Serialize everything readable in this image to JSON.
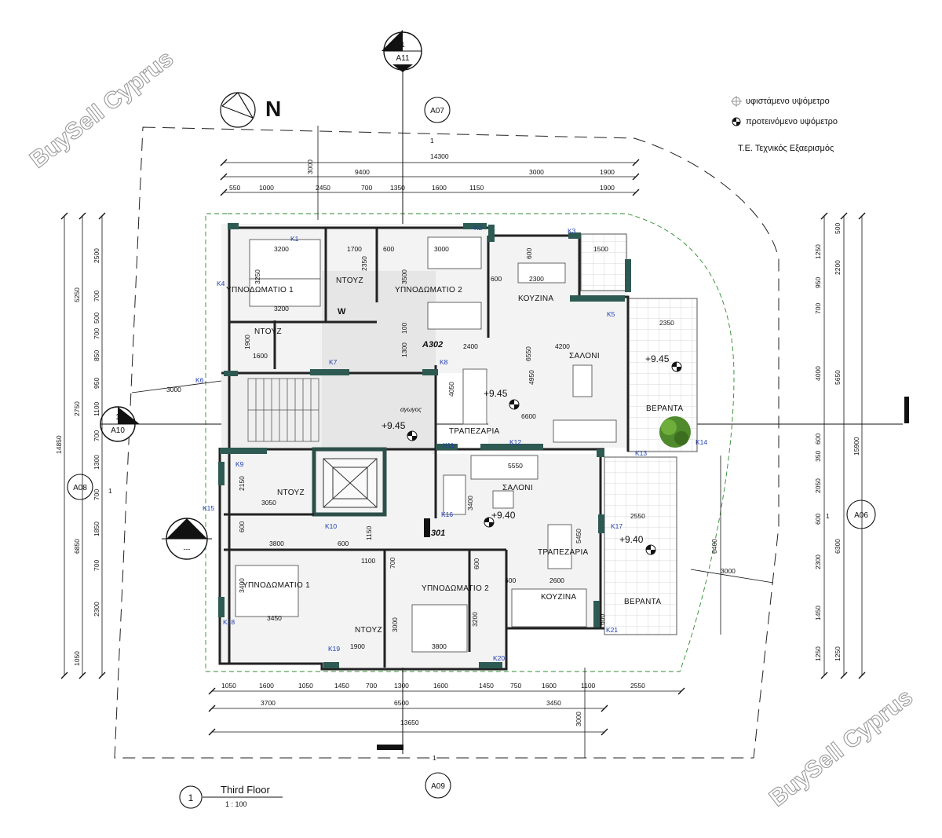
{
  "watermark": "BuySell Cyprus",
  "north_label": "N",
  "title": {
    "number": "1",
    "name": "Third Floor",
    "scale": "1 : 100"
  },
  "legend": {
    "existing": "υφιστάμενο υψόμετρο",
    "proposed": "προτεινόμενο υψόμετρο",
    "te": "Τ.Ε. Τεχνικός Εξαερισμός"
  },
  "sections": {
    "top": {
      "num": "1",
      "ref": "A11"
    },
    "left": {
      "num": "1",
      "ref": "A10"
    },
    "left_marker": "-",
    "left_marker_sub": "---"
  },
  "elevations": {
    "top": "A07",
    "bottom": "A09",
    "left": "A08",
    "right": "A06",
    "grid": "1"
  },
  "apartments": {
    "upper": "A302",
    "lower": "A301"
  },
  "rooms": {
    "bed1_up": "ΥΠΝΟΔΩΜΑΤΙΟ 1",
    "bed2_up": "ΥΠΝΟΔΩΜΑΤΙΟ 2",
    "wc_up_a": "ΝΤΟΥΖ",
    "wc_up_b": "ΝΤΟΥΖ",
    "kitchen_up": "ΚΟΥΖΙΝΑ",
    "living_up": "ΣΑΛΟΝΙ",
    "dining_up": "ΤΡΑΠΕΖΑΡΙΑ",
    "veranda_up": "ΒΕΡΑΝΤΑ",
    "wc_low_a": "ΝΤΟΥΖ",
    "living_low": "ΣΑΛΟΝΙ",
    "dining_low": "ΤΡΑΠΕΖΑΡΙΑ",
    "bed1_low": "ΥΠΝΟΔΩΜΑΤΙΟ 1",
    "bed2_low": "ΥΠΝΟΔΩΜΑΤΙΟ 2",
    "wc_low_b": "ΝΤΟΥΖ",
    "kitchen_low": "ΚΟΥΖΙΝΑ",
    "veranda_low": "ΒΕΡΑΝΤΑ",
    "lift_label": "αγωγος",
    "wm_label": "W"
  },
  "levels": [
    "+9.45",
    "+9.40",
    "+9.45",
    "+9.45",
    "+9.40"
  ],
  "k_tags": [
    "K1",
    "K2",
    "K3",
    "K4",
    "K5",
    "K6",
    "K7",
    "K8",
    "K9",
    "K10",
    "K11",
    "K12",
    "K13",
    "K14",
    "K15",
    "K16",
    "K17",
    "K18",
    "K19",
    "K20",
    "K21"
  ],
  "dims": {
    "top_total": "14300",
    "top_row2": [
      "3000",
      "9400",
      "3000",
      "1900"
    ],
    "top_row3": [
      "550",
      "1000",
      "2450",
      "700",
      "1350",
      "1600",
      "1150",
      "1900"
    ],
    "bottom_row1": [
      "1050",
      "1600",
      "1050",
      "1450",
      "700",
      "1300",
      "1600",
      "1450",
      "750",
      "1600",
      "1100",
      "2550"
    ],
    "bottom_row2": [
      "3700",
      "6500",
      "3450"
    ],
    "bottom_total": "13650",
    "bottom_vert": "3000",
    "left_outer": [
      "5250",
      "2750",
      "6850",
      "1050"
    ],
    "left_total": "14850",
    "left_inner": [
      "2500",
      "700",
      "500",
      "700",
      "850",
      "950",
      "1100",
      "700",
      "1300",
      "700",
      "1850",
      "700",
      "2300"
    ],
    "left_dim_3000": "3000",
    "right_outer": [
      "2200",
      "5650",
      "6300",
      "1250"
    ],
    "right_total": "15900",
    "right_mid": [
      "1250",
      "950",
      "700",
      "4000",
      "600",
      "2050",
      "600",
      "2300",
      "1450",
      "1250",
      "500",
      "350"
    ],
    "right_veranda": [
      "6400",
      "3000"
    ],
    "interior": {
      "b1_w": "3200",
      "b1_h": "3250",
      "b1_w2": "3200",
      "wc_w": "1700",
      "wc_h": "2350",
      "b2_a": "600",
      "b2_w": "3000",
      "b2_h": "3500",
      "k_600a": "600",
      "k_600b": "600",
      "k_2300": "2300",
      "k_1500": "1500",
      "v_2350": "2350",
      "s_4200": "4200",
      "s_2400": "2400",
      "s_6550": "6550",
      "s_1300": "1300",
      "s_100": "100",
      "s_4950": "4950",
      "s_4050": "4050",
      "s_6600": "6600",
      "wc2_1600": "1600",
      "wc2_1900": "1900",
      "l_5550": "5550",
      "l_3400": "3400",
      "l_5450": "5450",
      "l_2550": "2550",
      "l_2150": "2150",
      "l_3050": "3050",
      "l_600": "600",
      "l_3800": "3800",
      "l_1150": "1150",
      "l_1100": "1100",
      "l_700": "700",
      "l_600b": "600",
      "l_3400b": "3400",
      "l_3450": "3450",
      "l_3000": "3000",
      "l_3200": "3200",
      "l_3800b": "3800",
      "l_1900": "1900",
      "l_600c": "600",
      "l_2600": "2600",
      "l_600d": "600",
      "l_600e": "600"
    }
  }
}
